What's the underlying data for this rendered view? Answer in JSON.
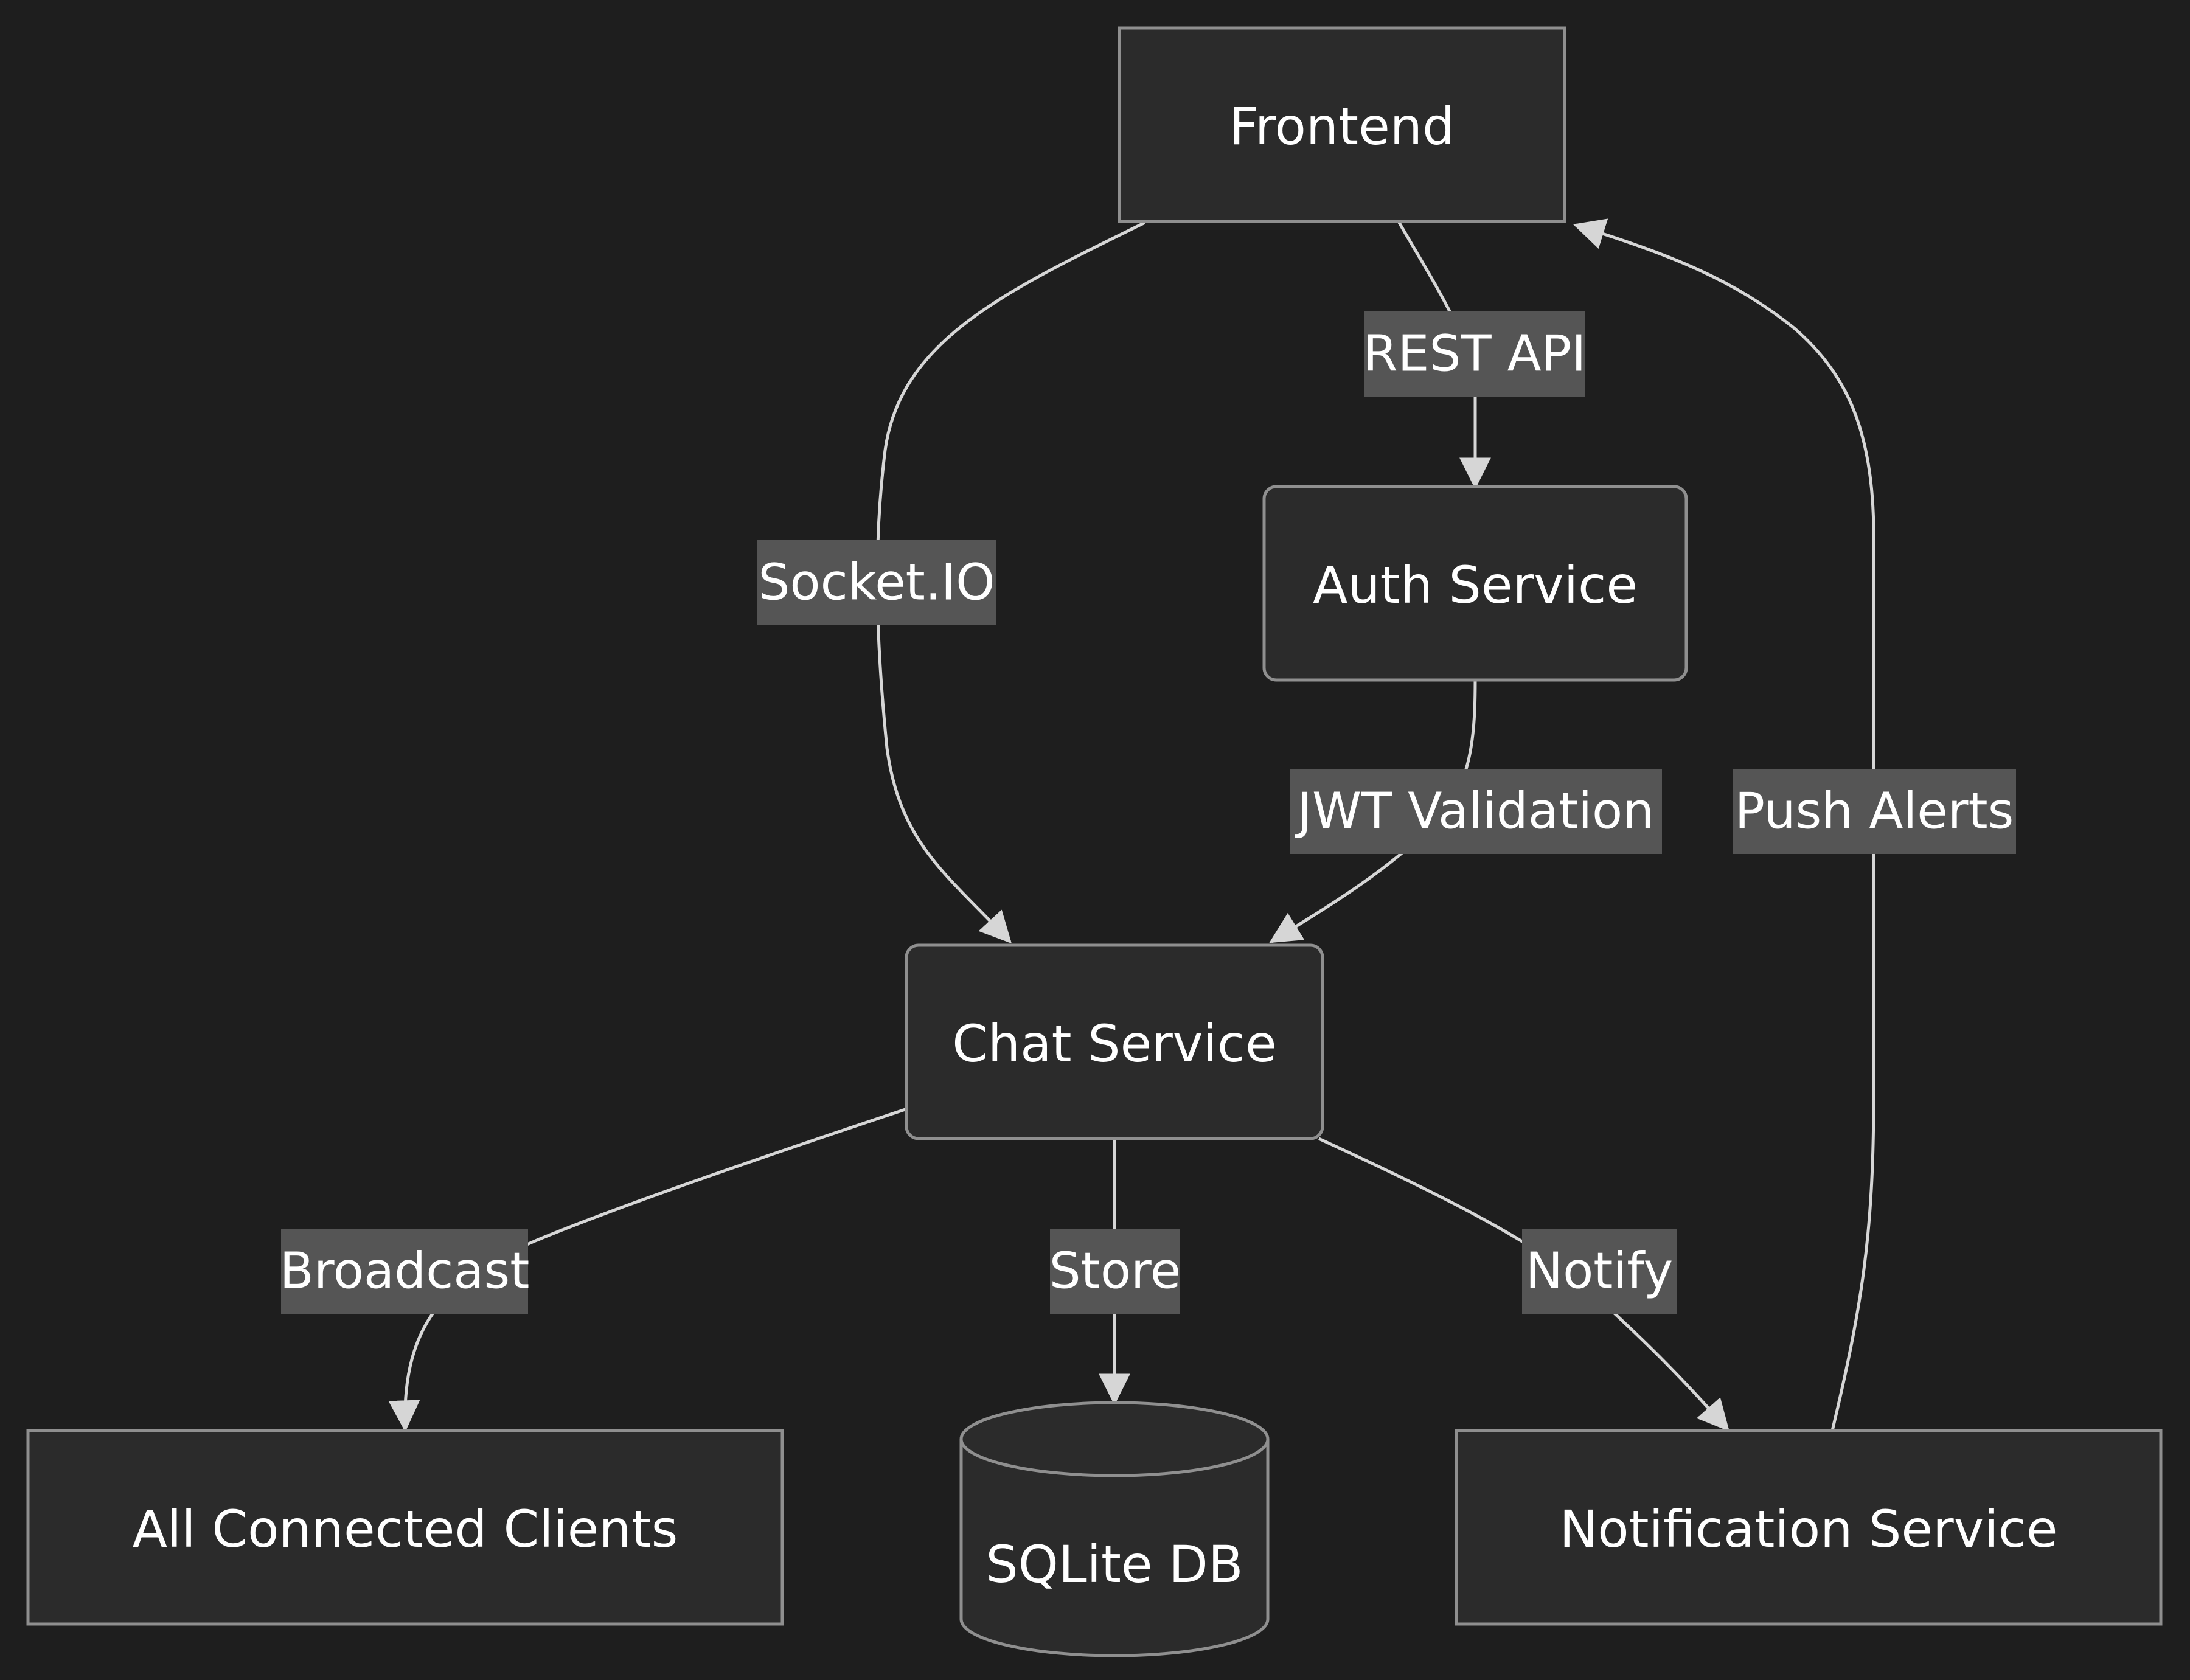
{
  "colors": {
    "background": "#1e1e1e",
    "node_fill": "#2b2b2b",
    "node_stroke": "#8f8f8f",
    "edge_stroke": "#d6d6d6",
    "label_fill": "#555555",
    "text": "#ffffff"
  },
  "nodes": {
    "frontend": "Frontend",
    "auth": "Auth Service",
    "chat": "Chat Service",
    "clients": "All Connected Clients",
    "db": "SQLite DB",
    "notification": "Notification Service"
  },
  "edges": {
    "socket_io": "Socket.IO",
    "rest_api": "REST API",
    "jwt_validation": "JWT Validation",
    "push_alerts": "Push Alerts",
    "broadcast": "Broadcast",
    "store": "Store",
    "notify": "Notify"
  }
}
